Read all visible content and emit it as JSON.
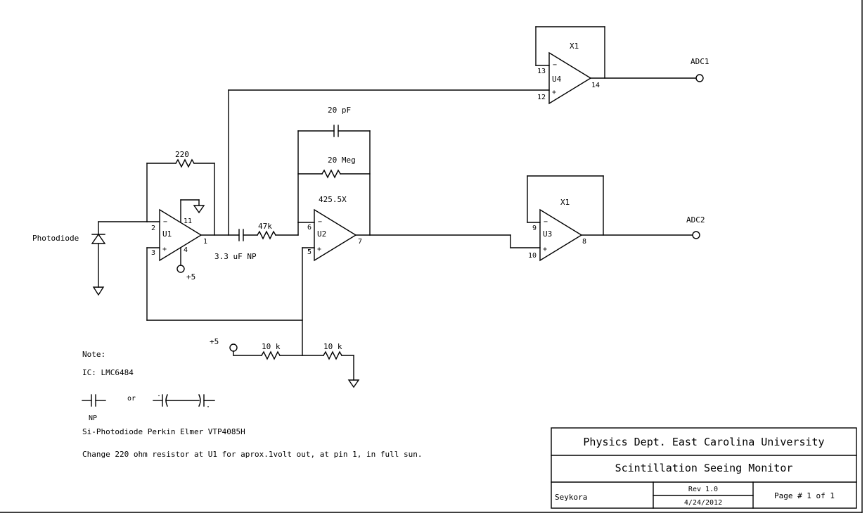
{
  "opamps": {
    "u1": {
      "name": "U1",
      "pin_inv": "2",
      "pin_noninv": "3",
      "pin_out": "1",
      "pin_top": "11",
      "pin_bot": "4"
    },
    "u2": {
      "name": "U2",
      "pin_inv": "6",
      "pin_noninv": "5",
      "pin_out": "7",
      "gain": "425.5X"
    },
    "u3": {
      "name": "U3",
      "pin_inv": "9",
      "pin_noninv": "10",
      "pin_out": "8",
      "gain": "X1"
    },
    "u4": {
      "name": "U4",
      "pin_inv": "13",
      "pin_noninv": "12",
      "pin_out": "14",
      "gain": "X1"
    }
  },
  "components": {
    "r_feedback_u1": "220",
    "c_feedback_u2": "20 pF",
    "r_feedback_u2": "20 Meg",
    "r_input_u2": "47k",
    "c_coupling": "3.3 uF NP",
    "r_div_top": "10 k",
    "r_div_bot": "10 k",
    "photodiode": "Photodiode"
  },
  "supplies": {
    "u1_supply": "+5",
    "divider_supply": "+5"
  },
  "outputs": {
    "adc1": "ADC1",
    "adc2": "ADC2"
  },
  "notes": {
    "title": "Note:",
    "ic": "IC: LMC6484",
    "or": "or",
    "np": "NP",
    "photodiode_part": "Si-Photodiode Perkin Elmer VTP4085H",
    "change": "Change 220 ohm resistor at U1 for aprox.1volt out, at pin 1,  in full sun."
  },
  "title_block": {
    "org": "Physics Dept. East Carolina University",
    "project": "Scintillation Seeing Monitor",
    "author": "Seykora",
    "rev": "Rev 1.0",
    "date": "4/24/2012",
    "page": "Page # 1 of 1"
  }
}
